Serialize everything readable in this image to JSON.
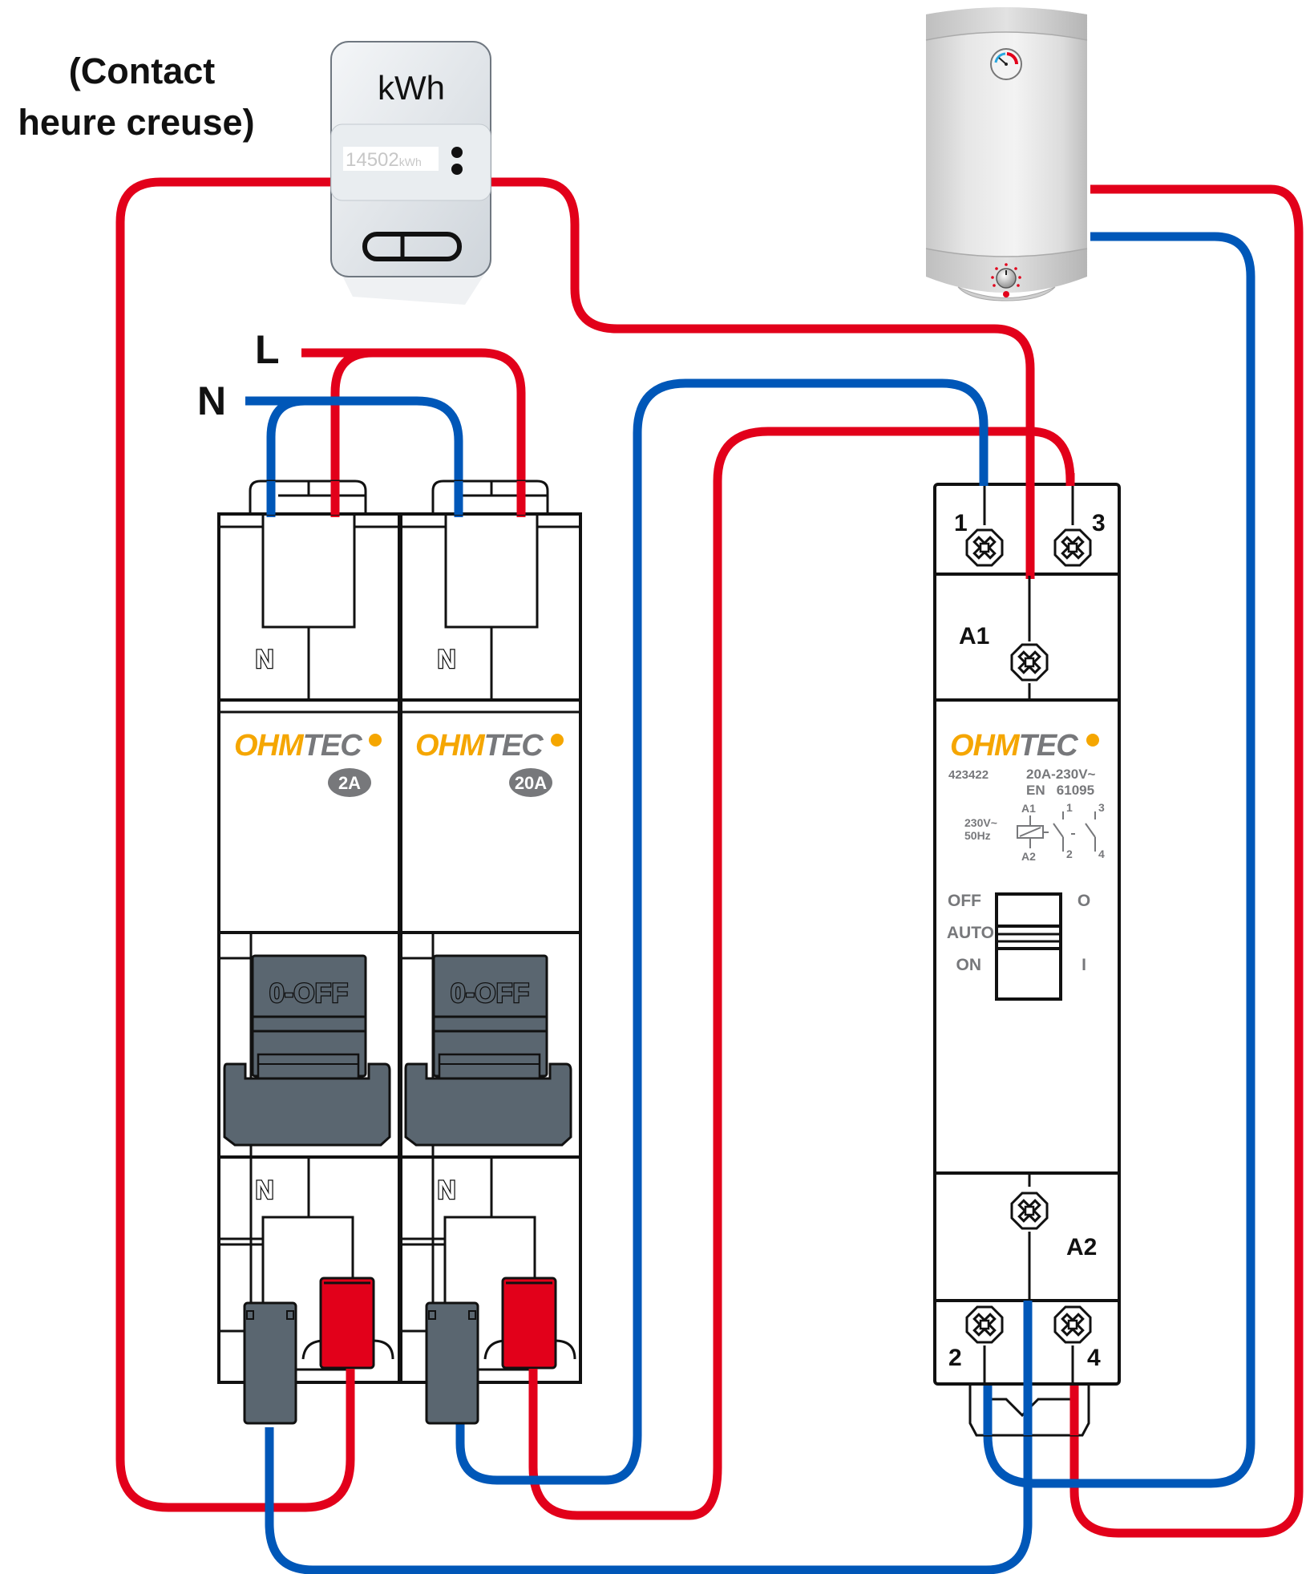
{
  "title": {
    "line1": "(Contact",
    "line2": "heure creuse)"
  },
  "colors": {
    "live": "#e2001a",
    "neutral": "#0057b8",
    "brand_orange": "#f5a600",
    "brand_gray": "#77787b",
    "handle": "#5a6670"
  },
  "meter": {
    "unit_label": "kWh",
    "reading": "14502",
    "reading_unit": "kWh"
  },
  "supply": {
    "live_label": "L",
    "neutral_label": "N"
  },
  "breakers": [
    {
      "brand_a": "OHM",
      "brand_b": "TEC",
      "rating": "2A",
      "top_label": "N",
      "bottom_label": "N",
      "toggle_label": "0-OFF"
    },
    {
      "brand_a": "OHM",
      "brand_b": "TEC",
      "rating": "20A",
      "top_label": "N",
      "bottom_label": "N",
      "toggle_label": "0-OFF"
    }
  ],
  "contactor": {
    "brand_a": "OHM",
    "brand_b": "TEC",
    "ref": "423422",
    "spec_line1": "20A-230V~",
    "spec_line2": "EN   61095",
    "coil_voltage": "230V~",
    "coil_freq": "50Hz",
    "schematic": {
      "a1": "A1",
      "a2": "A2",
      "t1": "1",
      "t2": "2",
      "t3": "3",
      "t4": "4"
    },
    "terminals": {
      "t1": "1",
      "t3": "3",
      "a1": "A1",
      "a2": "A2",
      "t2": "2",
      "t4": "4"
    },
    "switch": {
      "left_labels": [
        "OFF",
        "AUTO",
        "ON"
      ],
      "right_labels": [
        "O",
        "",
        "I"
      ],
      "position": "AUTO"
    }
  }
}
